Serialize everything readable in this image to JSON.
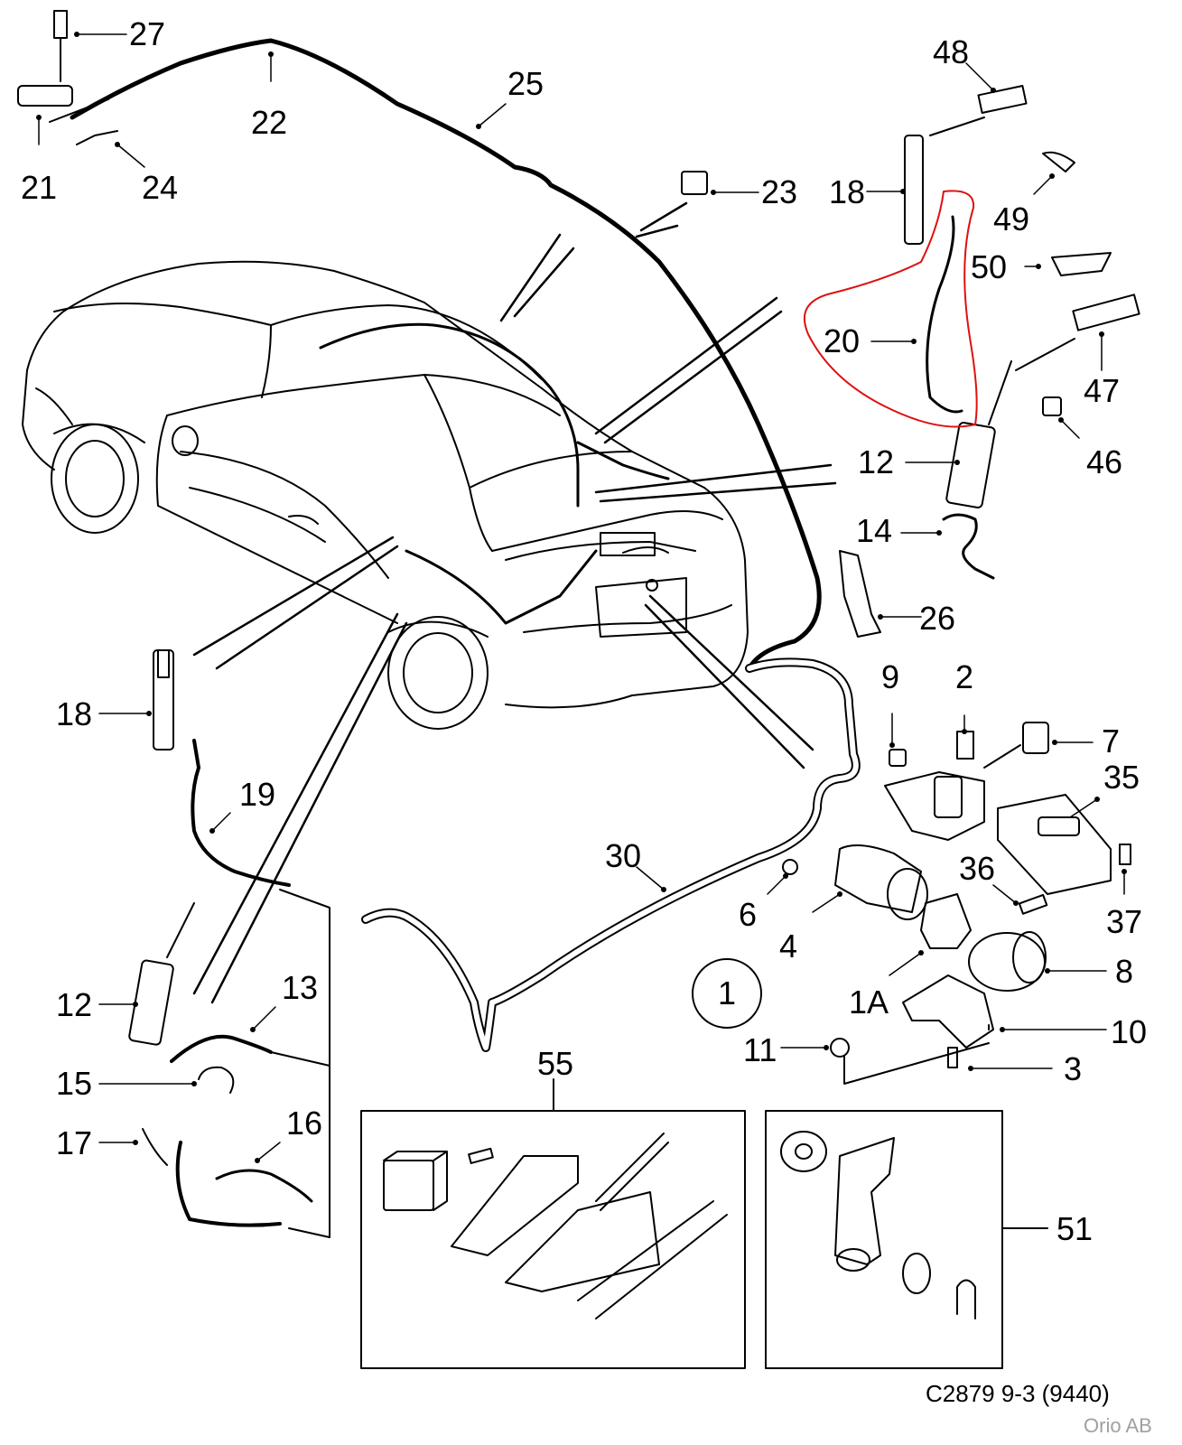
{
  "diagram": {
    "colors": {
      "line": "#000000",
      "background": "#ffffff",
      "highlight": "#dd1111",
      "copyright": "#a0a0a0"
    },
    "footer": {
      "code": "C2879 9-3 (9440)",
      "copyright": "Orio AB"
    },
    "callouts": {
      "n27": "27",
      "n22": "22",
      "n25": "25",
      "n21": "21",
      "n24": "24",
      "n23": "23",
      "n48": "48",
      "n18a": "18",
      "n49": "49",
      "n50": "50",
      "n20": "20",
      "n47": "47",
      "n12a": "12",
      "n46": "46",
      "n14": "14",
      "n26": "26",
      "n9": "9",
      "n2": "2",
      "n7": "7",
      "n35": "35",
      "n18b": "18",
      "n19": "19",
      "n30": "30",
      "n36": "36",
      "n37": "37",
      "n6": "6",
      "n4": "4",
      "n8": "8",
      "n1": "1",
      "n1A": "1A",
      "n10": "10",
      "n11": "11",
      "n3": "3",
      "n12b": "12",
      "n13": "13",
      "n15": "15",
      "n55": "55",
      "n16": "16",
      "n17": "17",
      "n51": "51"
    }
  }
}
